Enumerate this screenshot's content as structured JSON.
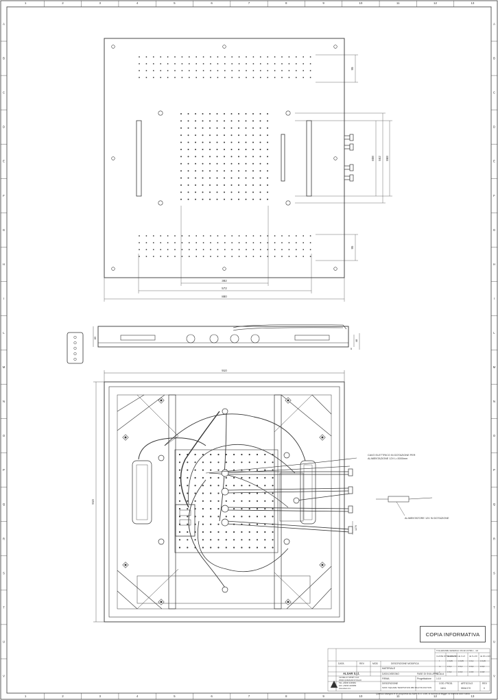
{
  "grid": {
    "columns": [
      "1",
      "2",
      "3",
      "4",
      "5",
      "6",
      "7",
      "8",
      "9",
      "10",
      "11",
      "12",
      "13"
    ],
    "rows": [
      "A",
      "B",
      "C",
      "D",
      "E",
      "F",
      "G",
      "H",
      "I",
      "L",
      "M",
      "N",
      "O",
      "P",
      "Q",
      "R",
      "S",
      "T",
      "U",
      "V"
    ]
  },
  "top_view": {
    "dims": {
      "width": "880",
      "inner_572": "572",
      "inner_382": "382",
      "v_top": "95",
      "v_bottom": "95",
      "v_608": "608",
      "v_552": "552",
      "v_868": "868"
    }
  },
  "side_view": {
    "dims": {
      "h_85": "85",
      "h_48": "48",
      "h_5": "5"
    }
  },
  "bottom_view": {
    "dims": {
      "w_910": "910",
      "h_910": "910",
      "h_120": "1270"
    },
    "notes": {
      "cable": "CAVO ELETTRICO IN DOTAZIONE PER",
      "cable2": "ALIMENTAZIONE 12V L=3000mm",
      "psu": "ALIMENTATORE 12V IN DOTAZIONE"
    }
  },
  "stamp": {
    "text": "COPIA INFORMATIVA"
  },
  "title_block": {
    "company": "ALSAR S.r.l.",
    "addr": "VIA DELLO SPORT, 11/A",
    "addr2": "25030 QUINZANO D'OGLIO",
    "tel": "TEL +39030 4230981",
    "fax": "FAX +39030 4230989",
    "web": "www.alsar.com",
    "hdr_date": "DATA",
    "hdr_rev": "REV",
    "hdr_mod": "MOD",
    "hdr_desc": "DESCRIZIONE MODIFICA",
    "materiale": "MATERIALE",
    "data_label": "DATA DISEGNO",
    "firma": "FIRMA",
    "fase": "FASE DI SVILUPPO",
    "fase_val": "Progettazione",
    "scala": "SCALA",
    "scala_val": "1:10",
    "descrizione": "DESCRIZIONE",
    "descr_val": "SOFF SQUARE TEMPTATION 880 MULTIFUNCTION",
    "cod_prod": "COD. PROD.",
    "articolo": "ARTICOLO",
    "rev": "REV",
    "cod_val": "18/11",
    "art_val": "5504/170",
    "rev_val": "0",
    "toll_title": "TOLLERANZE GENERALI UNI EN 22768-1 - mK",
    "classe": "CLASSE DI TOLLERANZA",
    "toll_cols": [
      "da 0,5 a 3",
      "da 3 a 6",
      "da 6 a 30",
      "da 30 a 120"
    ],
    "toll_f": [
      "± 0,05",
      "± 0,05",
      "± 0,1",
      "± 0,15"
    ],
    "toll_m": [
      "± 0,1",
      "± 0,1",
      "± 0,2",
      "± 0,3"
    ],
    "toll_c": [
      "± 0,2",
      "± 0,3",
      "± 0,5",
      "± 0,8"
    ],
    "row_labels": [
      "f",
      "m",
      "c"
    ]
  },
  "footer": "Questo disegno è di proprietà ALSAR S.r.l. che, a norma di legge, si riserva tutti i diritti"
}
